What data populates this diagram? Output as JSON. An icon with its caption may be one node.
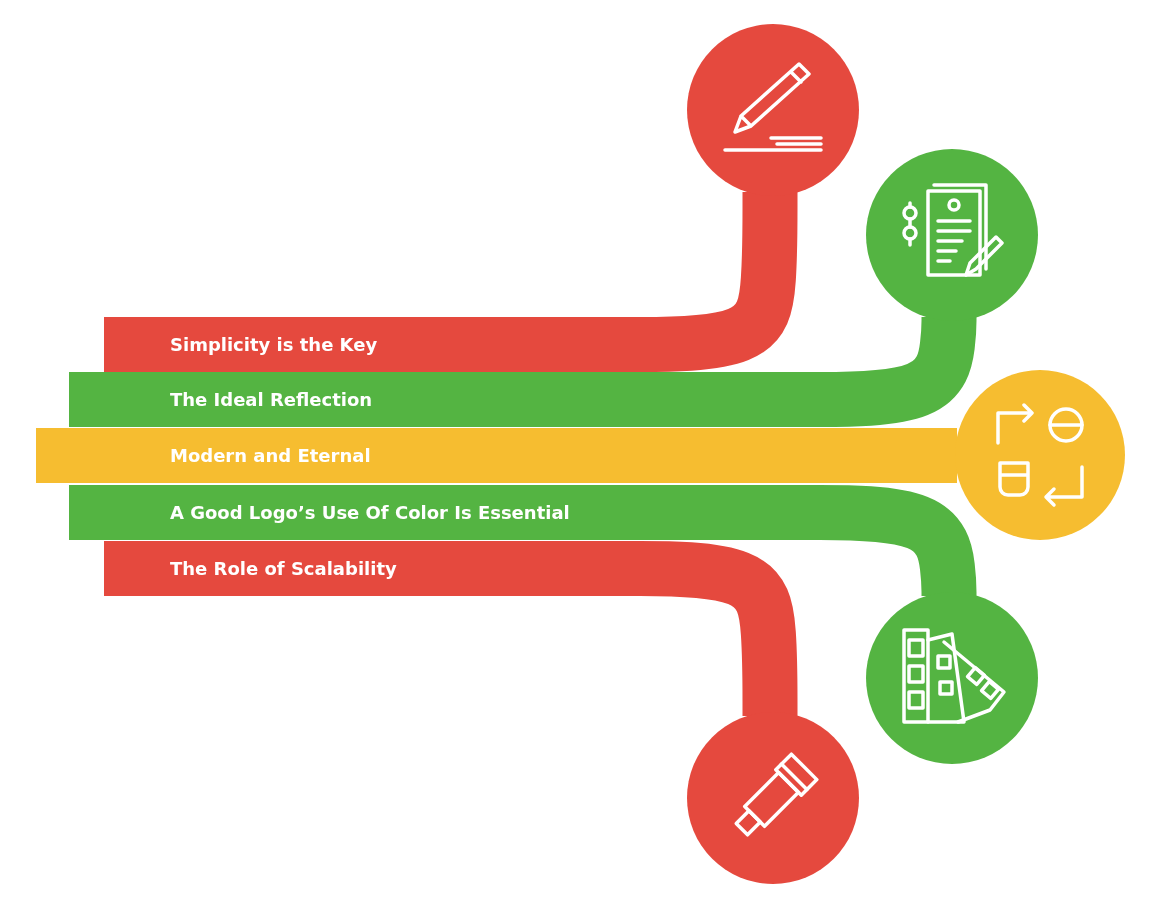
{
  "diagram": {
    "nodes": [
      {
        "text": [
          "Simplicity is the Key"
        ]
      },
      {
        "text": [
          "The Ideal Reflection"
        ]
      },
      {
        "text": [
          "Modern and Eternal"
        ]
      },
      {
        "text": [
          "A Good Logo’s Use Of Color Is Essential"
        ]
      },
      {
        "text": [
          "The Role of Scalability"
        ]
      },
      {
        "text": [],
        "shape": "circle"
      },
      {
        "text": [],
        "shape": "circle"
      },
      {
        "text": [],
        "shape": "circle"
      },
      {
        "text": [],
        "shape": "circle"
      },
      {
        "text": [],
        "shape": "circle"
      }
    ],
    "edges": [
      {
        "from": 0,
        "to": 5,
        "arrow": "none",
        "color": "#e5493e"
      },
      {
        "from": 1,
        "to": 6,
        "arrow": "none",
        "color": "#54b442"
      },
      {
        "from": 2,
        "to": 7,
        "arrow": "none",
        "color": "#f6bd30"
      },
      {
        "from": 3,
        "to": 8,
        "arrow": "none",
        "color": "#54b442"
      },
      {
        "from": 4,
        "to": 9,
        "arrow": "none",
        "color": "#e5493e"
      }
    ]
  }
}
